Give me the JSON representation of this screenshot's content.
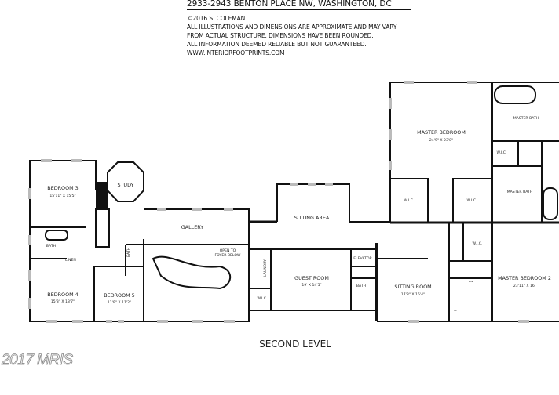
{
  "header": {
    "title": "2933-2943 BENTON PLACE NW, WASHINGTON, DC",
    "copyright": "©2016 S. COLEMAN",
    "disclaimer_1": "ALL ILLUSTRATIONS AND DIMENSIONS ARE APPROXIMATE AND MAY VARY",
    "disclaimer_2": "FROM ACTUAL STRUCTURE. DIMENSIONS HAVE BEEN ROUNDED.",
    "disclaimer_3": "ALL INFORMATION DEEMED RELIABLE BUT NOT GUARANTEED.",
    "website": "WWW.INTERIORFOOTPRINTS.COM"
  },
  "rooms": {
    "bedroom3": {
      "name": "BEDROOM 3",
      "dims": "15'11\" X 15'5\""
    },
    "study": {
      "name": "STUDY"
    },
    "gallery": {
      "name": "GALLERY"
    },
    "bath_left": {
      "name": "BATH"
    },
    "linen": {
      "name": "LINEN"
    },
    "bath_small": {
      "name": "BATH"
    },
    "open_foyer_1": "OPEN TO",
    "open_foyer_2": "FOYER BELOW",
    "bedroom4": {
      "name": "BEDROOM 4",
      "dims": "15'3\" X 13'7\""
    },
    "bedroom5": {
      "name": "BEDROOM 5",
      "dims": "11'9\" X 11'2\""
    },
    "laundry": {
      "name": "LAUNDRY"
    },
    "wic_laundry": {
      "name": "W.I.C."
    },
    "sitting_area": {
      "name": "SITTING AREA"
    },
    "guest_room": {
      "name": "GUEST ROOM",
      "dims": "19' X 14'5\""
    },
    "elevator": {
      "name": "ELEVATOR"
    },
    "bath_guest": {
      "name": "BATH"
    },
    "sitting_room": {
      "name": "SITTING ROOM",
      "dims": "17'8\" X 15'4\""
    },
    "master_bedroom": {
      "name": "MASTER BEDROOM",
      "dims": "24'9\" X 23'8\""
    },
    "master_bath_top": {
      "name": "MASTER BATH"
    },
    "master_bath_mid": {
      "name": "MASTER BATH"
    },
    "wic_mb_small": {
      "name": "W.I.C."
    },
    "wic_mb_left": {
      "name": "W.I.C."
    },
    "wic_mb_right": {
      "name": "W.I.C."
    },
    "wic_lower": {
      "name": "W.I.C."
    },
    "master_bedroom2": {
      "name": "MASTER BEDROOM 2",
      "dims": "23'11\" X 16'"
    },
    "stair_dn": "DN",
    "stair_up": "UP"
  },
  "level_label": "SECOND LEVEL",
  "watermark": "2017 MRIS",
  "colors": {
    "wall": "#111111",
    "window": "#bbbbbb"
  }
}
